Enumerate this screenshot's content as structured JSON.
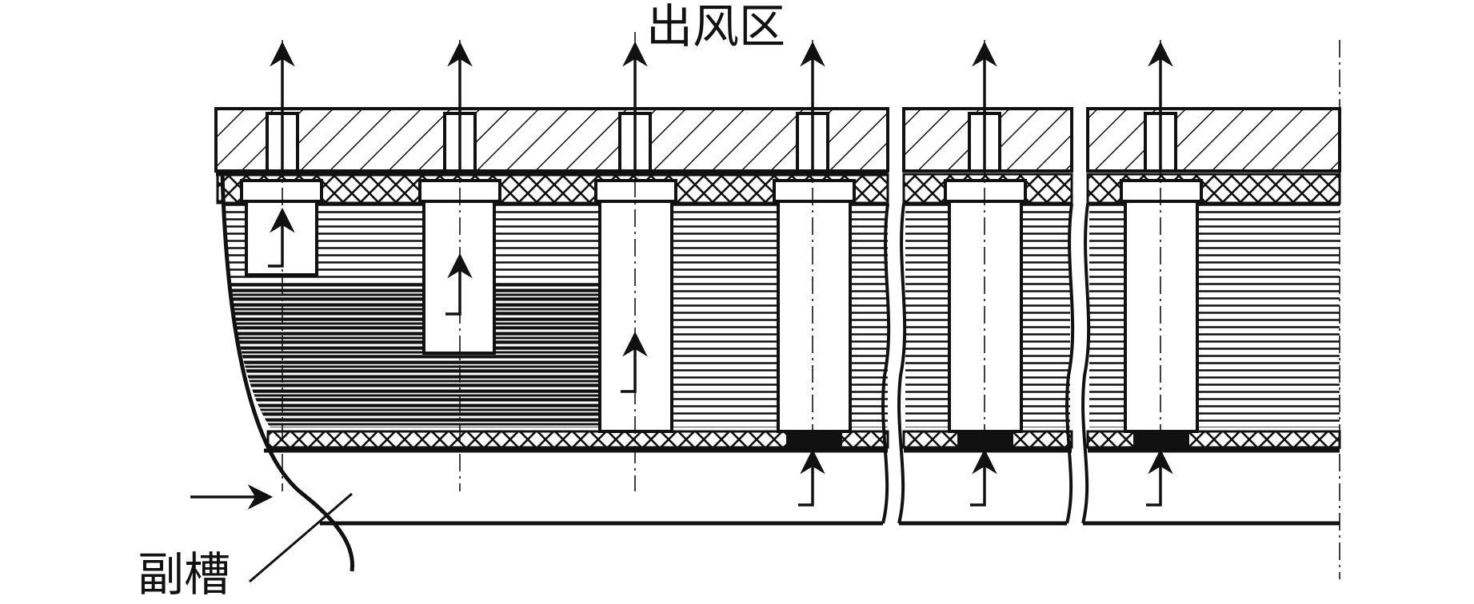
{
  "labels": {
    "outlet_region": "出风区",
    "sub_slot": "副槽"
  },
  "colors": {
    "stroke": "#111111",
    "background": "#ffffff"
  },
  "segments": [
    {
      "name": "segment-1",
      "slots": 4,
      "break_right": true
    },
    {
      "name": "segment-2",
      "slots": 1,
      "break_right": true
    },
    {
      "name": "segment-3",
      "slots": 1,
      "break_right": false
    }
  ],
  "annotations": {
    "inlet_arrow": "right-arrow",
    "outlet_arrows": "up-arrow",
    "slot_flow": "bent-up-arrow"
  }
}
